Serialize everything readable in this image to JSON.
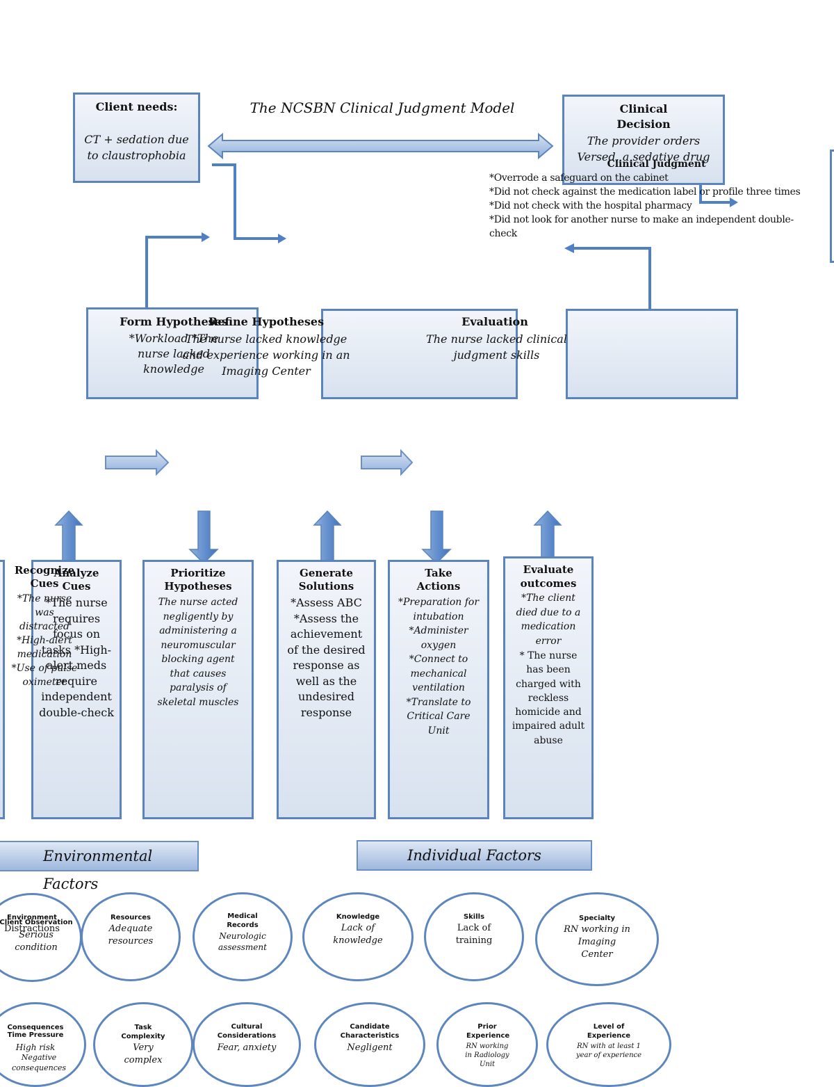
{
  "title": "The NCSBN Clinical Judgment Model",
  "client_needs": {
    "heading": "Client needs:",
    "text": "CT + sedation due to claustrophobia"
  },
  "clinical_decision": {
    "heading": "Clinical Decision",
    "text": "The provider orders Versed, a sedative drug"
  },
  "clinical_judgment": {
    "heading": "Clinical Judgment",
    "items": [
      "*Overrode a safeguard on the cabinet",
      "*Did not check against the medication label or profile three times",
      "*Did not check with the hospital pharmacy",
      "*Did not look for another nurse to make an independent double-check"
    ]
  },
  "mid": {
    "form_hypotheses": {
      "heading": "Form Hypotheses",
      "text": "*Workload *The nurse lacked knowledge"
    },
    "refine_hypotheses": {
      "heading": "Refine Hypotheses",
      "text": "The nurse lacked knowledge and experience working in an Imaging Center"
    },
    "evaluation": {
      "heading": "Evaluation",
      "text": "The nurse lacked clinical judgment skills"
    }
  },
  "steps": [
    {
      "heading": "Recognize Cues",
      "text": "*The nurse was distracted *High-alert medication *Use of pulse oximeter"
    },
    {
      "heading": "Analyze Cues",
      "text": "*The nurse requires focus on tasks *High-alert meds require independent double-check"
    },
    {
      "heading": "Prioritize Hypotheses",
      "text": "The nurse acted negligently by administering a neuromuscular blocking agent that causes paralysis of skeletal muscles"
    },
    {
      "heading": "Generate Solutions",
      "text": "*Assess ABC *Assess the achievement of the desired response as well as the undesired response"
    },
    {
      "heading": "Take Actions",
      "text": "*Preparation for intubation *Administer oxygen *Connect to mechanical ventilation *Translate to Critical Care Unit"
    },
    {
      "heading": "Evaluate outcomes",
      "text1": "*The client died due to a medication error",
      "text2": "* The nurse has been charged with reckless homicide and impaired adult abuse"
    }
  ],
  "factors": {
    "environmental": "Environmental Factors",
    "individual": "Individual Factors"
  },
  "circles_row1": [
    {
      "title": "Environment",
      "value": "Distractions"
    },
    {
      "title": "Client Observation",
      "value": "Serious condition"
    },
    {
      "title": "Resources",
      "value": "Adequate resources"
    },
    {
      "title": "Medical Records",
      "value": "Neurologic assessment"
    },
    {
      "title": "Knowledge",
      "value": "Lack of knowledge"
    },
    {
      "title": "Skills",
      "value": "Lack of training"
    },
    {
      "title": "Specialty",
      "value": "RN working in Imaging Center"
    }
  ],
  "circles_row2": [
    {
      "title": "Consequences",
      "value": "High risk"
    },
    {
      "title": "Time Pressure",
      "value": "Negative consequences"
    },
    {
      "title": "Task Complexity",
      "value": "Very complex"
    },
    {
      "title": "Cultural Considerations",
      "value": "Fear, anxiety"
    },
    {
      "title": "Candidate Characteristics",
      "value": "Negligent"
    },
    {
      "title": "Prior Experience",
      "value": "RN working in Radiology Unit"
    },
    {
      "title": "Level of Experience",
      "value": "RN with at least 1 year of experience"
    }
  ],
  "colors": {
    "border": "#5b84bd",
    "fill_top": "#f2f5fa",
    "fill_bottom": "#d8e2ef",
    "arrow": "#4f7fc4"
  }
}
